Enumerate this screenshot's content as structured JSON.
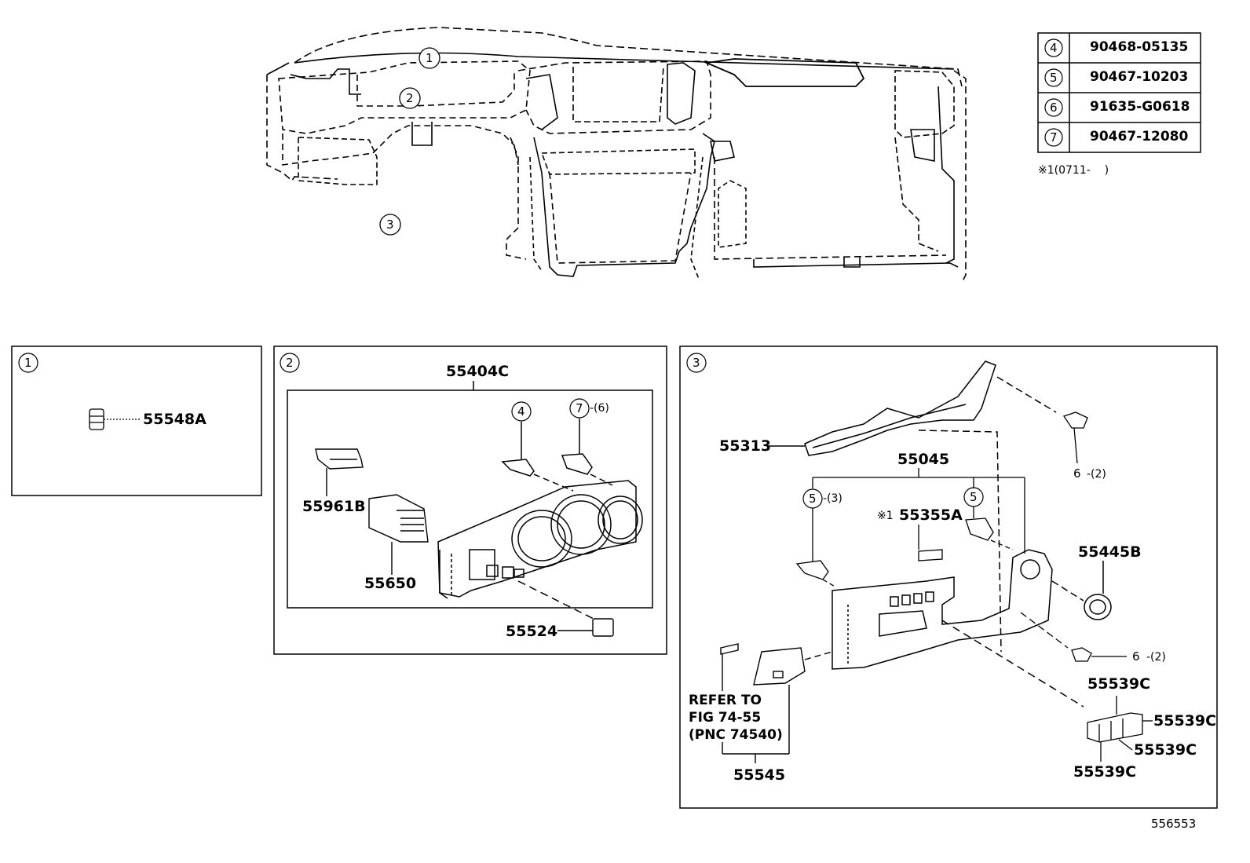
{
  "callout_table": [
    {
      "key": "4",
      "part": "90468-05135"
    },
    {
      "key": "5",
      "part": "90467-10203"
    },
    {
      "key": "6",
      "part": "91635-G0618"
    },
    {
      "key": "7",
      "part": "90467-12080"
    }
  ],
  "footnote": "※1(0711-    )",
  "overview_callouts": [
    "1",
    "2",
    "3"
  ],
  "panel1": {
    "id": "1",
    "part": "55548A"
  },
  "panel2": {
    "id": "2",
    "assembly": "55404C",
    "parts": {
      "p55961B": "55961B",
      "p55650": "55650",
      "p55524": "55524"
    },
    "c4": "4",
    "c7": "7",
    "c7_qty": "-(6)"
  },
  "panel3": {
    "id": "3",
    "parts": {
      "p55313": "55313",
      "p55045": "55045",
      "p55355A_prefix": "※1",
      "p55355A": "55355A",
      "p55445B": "55445B",
      "p55545": "55545",
      "p55539C_a": "55539C",
      "p55539C_b": "55539C",
      "p55539C_c": "55539C",
      "p55539C_d": "55539C"
    },
    "c5a": "5",
    "c5a_qty": "-(3)",
    "c5b": "5",
    "c6a": "6",
    "c6a_qty": "-(2)",
    "c6b": "6",
    "c6b_qty": "-(2)",
    "refer": [
      "REFER TO",
      "FIG 74-55",
      "(PNC 74540)"
    ]
  },
  "diagram_id": "556553"
}
